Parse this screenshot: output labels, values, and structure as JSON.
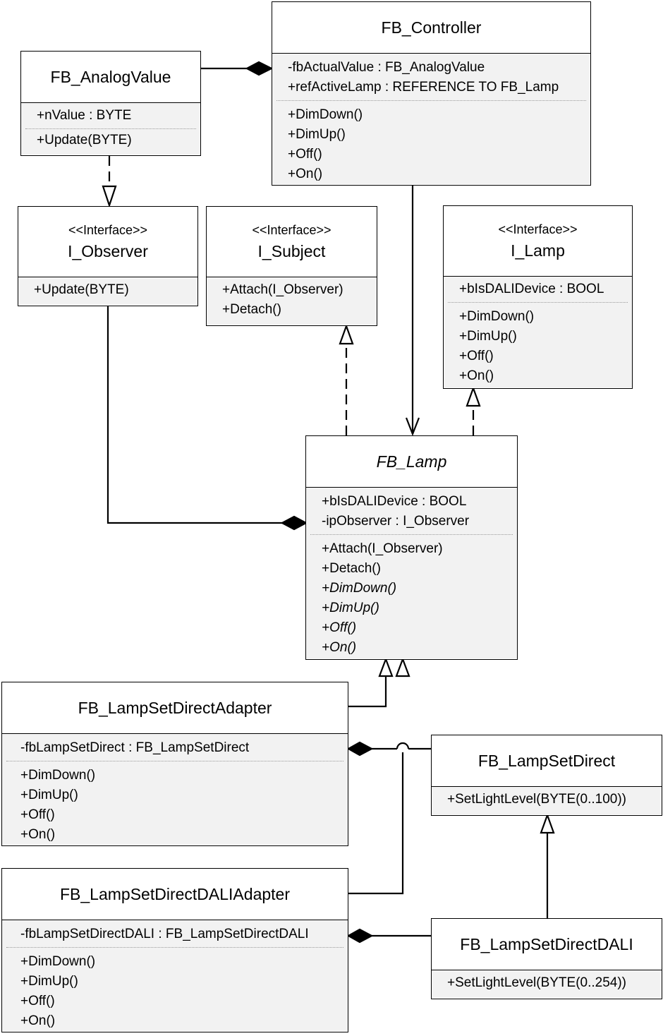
{
  "classes": {
    "controller": {
      "name": "FB_Controller",
      "attributes": [
        "-fbActualValue : FB_AnalogValue",
        "+refActiveLamp : REFERENCE TO FB_Lamp"
      ],
      "operations": [
        "+DimDown()",
        "+DimUp()",
        "+Off()",
        "+On()"
      ]
    },
    "analog": {
      "name": "FB_AnalogValue",
      "attributes": [
        "+nValue : BYTE"
      ],
      "operations": [
        "+Update(BYTE)"
      ]
    },
    "observer": {
      "stereotype": "<<Interface>>",
      "name": "I_Observer",
      "operations": [
        "+Update(BYTE)"
      ]
    },
    "subject": {
      "stereotype": "<<Interface>>",
      "name": "I_Subject",
      "operations": [
        "+Attach(I_Observer)",
        "+Detach()"
      ]
    },
    "ilamp": {
      "stereotype": "<<Interface>>",
      "name": "I_Lamp",
      "attributes": [
        "+bIsDALIDevice : BOOL"
      ],
      "operations": [
        "+DimDown()",
        "+DimUp()",
        "+Off()",
        "+On()"
      ]
    },
    "lamp": {
      "name": "FB_Lamp",
      "attributes": [
        "+bIsDALIDevice : BOOL",
        "-ipObserver : I_Observer"
      ],
      "operations": [
        "+Attach(I_Observer)",
        "+Detach()",
        "+DimDown()",
        "+DimUp()",
        "+Off()",
        "+On()"
      ]
    },
    "adapter": {
      "name": "FB_LampSetDirectAdapter",
      "attributes": [
        "-fbLampSetDirect : FB_LampSetDirect"
      ],
      "operations": [
        "+DimDown()",
        "+DimUp()",
        "+Off()",
        "+On()"
      ]
    },
    "direct": {
      "name": "FB_LampSetDirect",
      "operations": [
        "+SetLightLevel(BYTE(0..100))"
      ]
    },
    "daliAdapter": {
      "name": "FB_LampSetDirectDALIAdapter",
      "attributes": [
        "-fbLampSetDirectDALI : FB_LampSetDirectDALI"
      ],
      "operations": [
        "+DimDown()",
        "+DimUp()",
        "+Off()",
        "+On()"
      ]
    },
    "dali": {
      "name": "FB_LampSetDirectDALI",
      "operations": [
        "+SetLightLevel(BYTE(0..254))"
      ]
    }
  }
}
